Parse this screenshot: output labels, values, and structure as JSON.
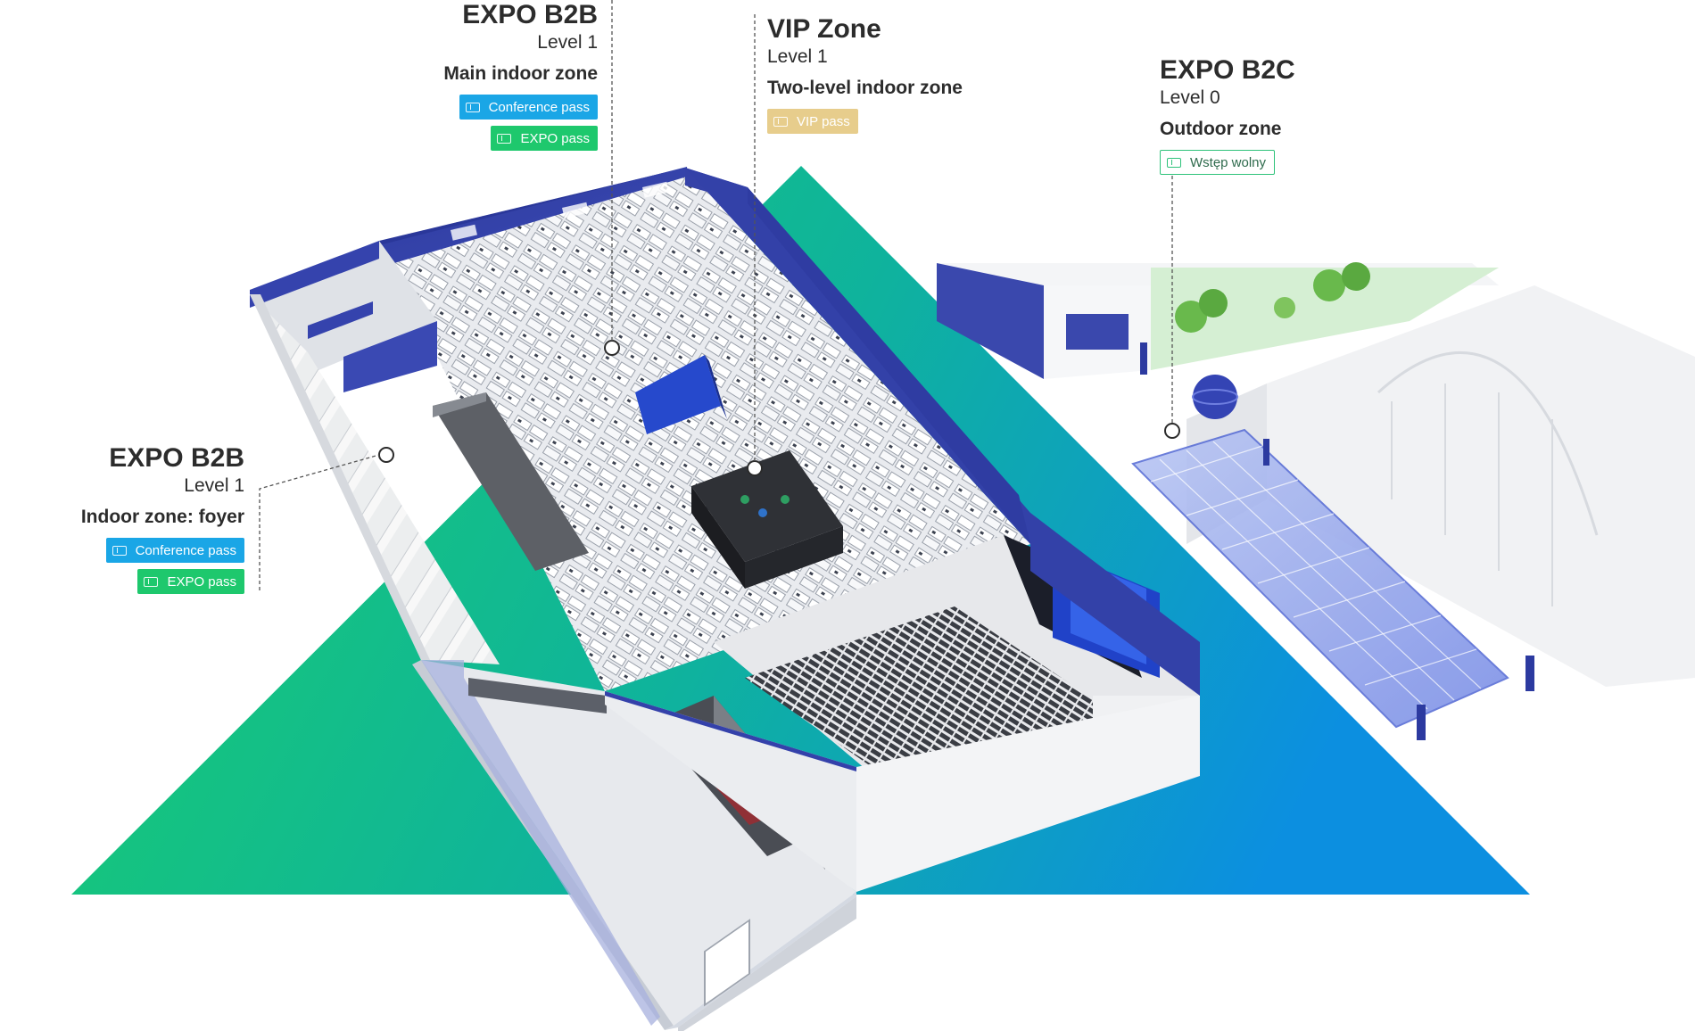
{
  "colors": {
    "triangle_start": "#1ad06a",
    "triangle_end": "#0c8fe0",
    "hall_blue": "#3340a6",
    "floor_grey": "#e6e8ec",
    "conference_pass": "#1aa6e6",
    "expo_pass": "#1ec86d",
    "vip_pass": "#e7cd8c",
    "free_entry_border": "#2ec27a"
  },
  "zones": {
    "main_b2b": {
      "title": "EXPO B2B",
      "level": "Level 1",
      "description": "Main indoor zone",
      "passes": [
        "Conference pass",
        "EXPO pass"
      ]
    },
    "vip": {
      "title": "VIP Zone",
      "level": "Level 1",
      "description": "Two-level indoor zone",
      "passes": [
        "VIP pass"
      ]
    },
    "b2c": {
      "title": "EXPO B2C",
      "level": "Level 0",
      "description": "Outdoor zone",
      "passes": [
        "Wstęp wolny"
      ]
    },
    "foyer_b2b": {
      "title": "EXPO B2B",
      "level": "Level 1",
      "description": "Indoor zone: foyer",
      "passes": [
        "Conference pass",
        "EXPO pass"
      ]
    }
  },
  "icons": [
    "ticket-icon",
    "location-marker-icon"
  ]
}
